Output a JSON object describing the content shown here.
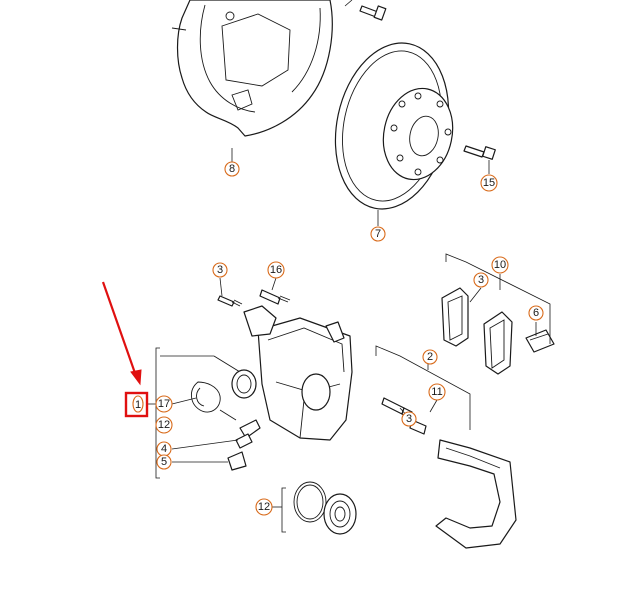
{
  "callouts": [
    {
      "id": "c8",
      "label": "8"
    },
    {
      "id": "c7",
      "label": "7"
    },
    {
      "id": "c15",
      "label": "15"
    },
    {
      "id": "c3a",
      "label": "3"
    },
    {
      "id": "c16",
      "label": "16"
    },
    {
      "id": "c10",
      "label": "10"
    },
    {
      "id": "c3b",
      "label": "3"
    },
    {
      "id": "c6",
      "label": "6"
    },
    {
      "id": "c2",
      "label": "2"
    },
    {
      "id": "c11",
      "label": "11"
    },
    {
      "id": "c3c",
      "label": "3"
    },
    {
      "id": "c17",
      "label": "17"
    },
    {
      "id": "c12a",
      "label": "12"
    },
    {
      "id": "c4",
      "label": "4"
    },
    {
      "id": "c5",
      "label": "5"
    },
    {
      "id": "c12b",
      "label": "12"
    },
    {
      "id": "c1",
      "label": "1"
    }
  ],
  "colors": {
    "callout_ring": "#d86a1a",
    "highlight": "#e01010",
    "line": "#1a1a1a"
  },
  "highlight": {
    "callout": "1"
  }
}
